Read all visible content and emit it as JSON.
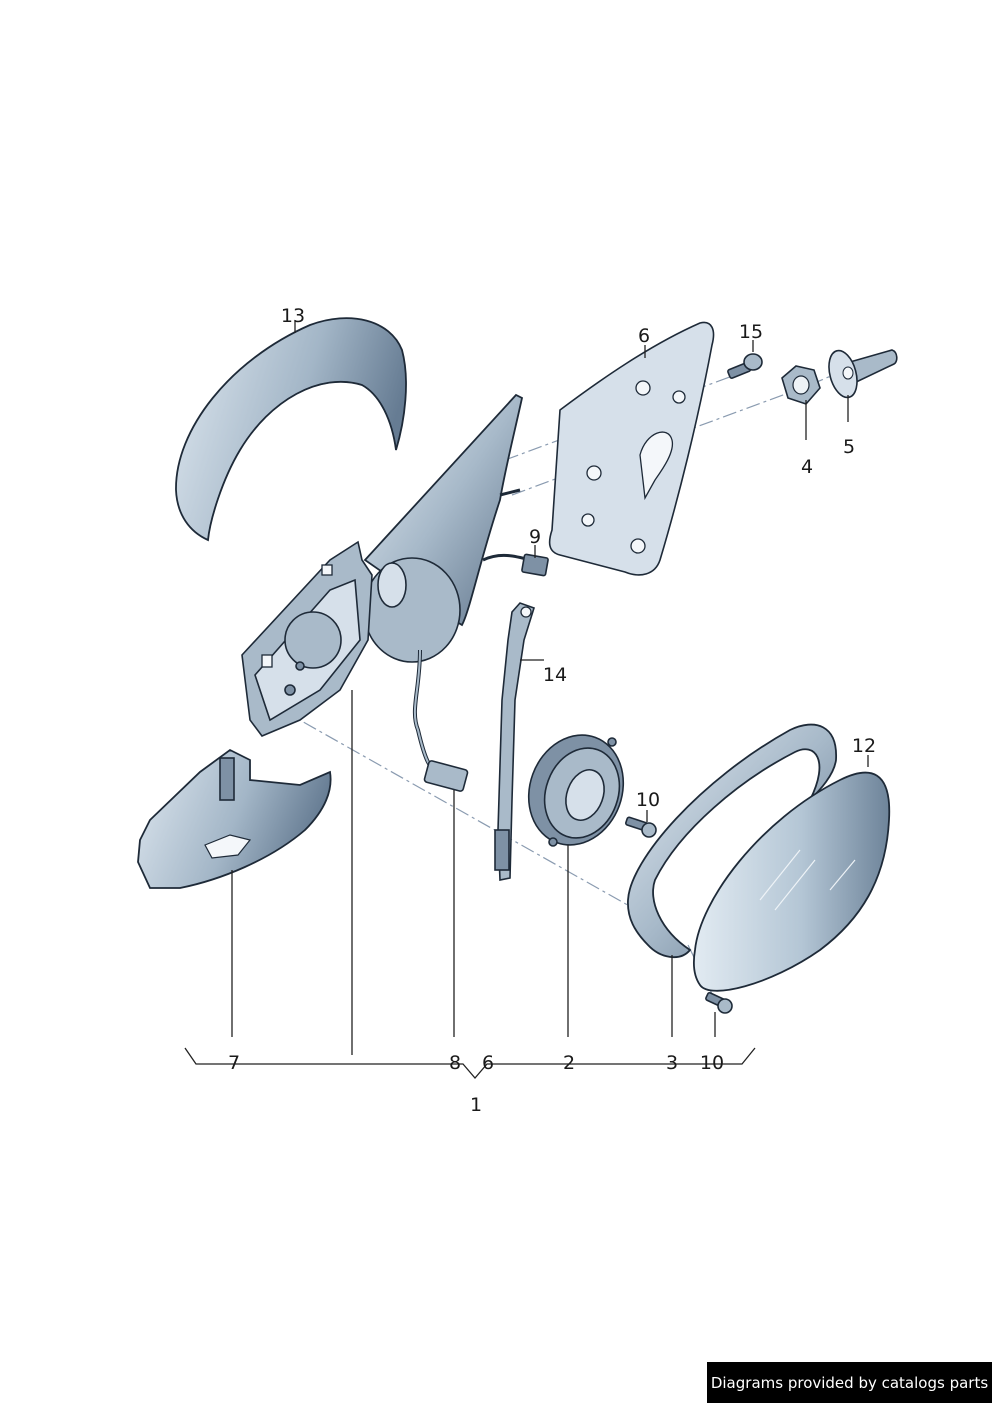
{
  "credit": "Diagrams provided by catalogs parts",
  "callouts": {
    "c13": "13",
    "c6_top": "6",
    "c15": "15",
    "c5": "5",
    "c4": "4",
    "c9": "9",
    "c14": "14",
    "c12": "12",
    "c10_mid": "10",
    "c7": "7",
    "c8": "8",
    "c6_bottom": "6",
    "c2": "2",
    "c3": "3",
    "c10_bottom": "10",
    "c1": "1"
  },
  "colors": {
    "part_body": "#a9bac9",
    "part_shadow": "#7e91a5",
    "outline": "#1e2a38",
    "dash_line": "#8a9bb0"
  }
}
